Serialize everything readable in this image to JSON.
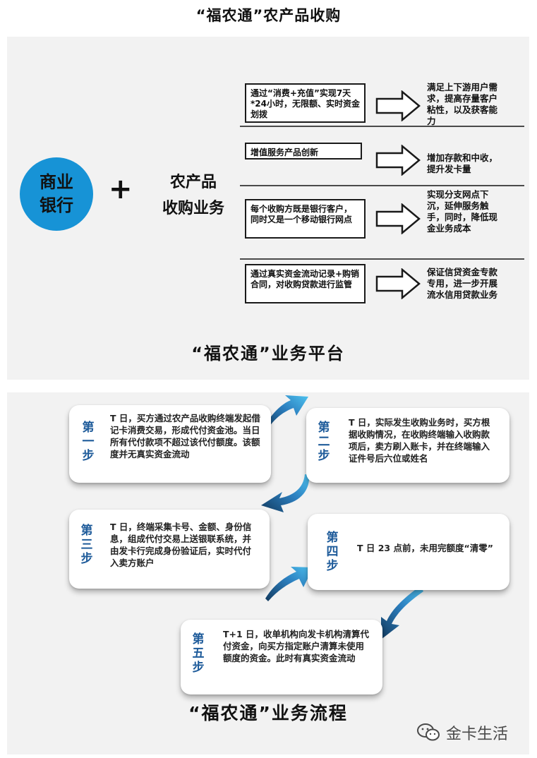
{
  "page_title": "“福农通”农产品收购",
  "diagram1": {
    "circle": [
      "商业",
      "银行"
    ],
    "plus": "+",
    "business": [
      "农产品",
      "收购业务"
    ],
    "rows": [
      {
        "box": "通过“消费+充值”实现7天*24小时，无限额、实时资金划拨",
        "result": "满足上下游用户需求，提高存量客户粘性，以及获客能力"
      },
      {
        "box": "增值服务产品创新",
        "result": "增加存款和中收，提升发卡量"
      },
      {
        "box": "每个收购方既是银行客户，同时又是一个移动银行网点",
        "result": "实现分支网点下沉，延伸服务触手，同时，降低现金业务成本"
      },
      {
        "box": "通过真实资金流动记录+购销合同，对收购贷款进行监管",
        "result": "保证信贷资金专款专用，进一步开展流水信用贷款业务"
      }
    ],
    "caption": "“福农通”业务平台"
  },
  "diagram2": {
    "steps": [
      {
        "label": "第一步",
        "text": "T 日，买方通过农产品收购终端发起借记卡消费交易，形成代付资金池。当日所有代付款项不超过该代付额度。该额度并无真实资金流动"
      },
      {
        "label": "第二步",
        "text": "T 日，实际发生收购业务时，买方根据收购情况，在收购终端输入收购款项后，卖方刷入账卡，并在终端输入证件号后六位或姓名"
      },
      {
        "label": "第三步",
        "text": "T 日，终端采集卡号、金额、身份信息，组成代付交易上送银联系统，并由发卡行完成身份验证后，实时代付入卖方账户"
      },
      {
        "label": "第四步",
        "text": "T 日 23 点前，未用完额度“清零”"
      },
      {
        "label": "第五步",
        "text": "T+1 日，收单机构向发卡机构清算代付资金，向买方指定账户清算未使用额度的资金。此时有真实资金流动"
      }
    ],
    "caption": "“福农通”业务流程"
  },
  "watermark": {
    "icon": "wechat-icon",
    "text": "金卡生活"
  },
  "colors": {
    "circle": "#1793d6",
    "step_label": "#1e5b9a",
    "arrow_dark": "#123a5e",
    "arrow_light": "#4ec3f0",
    "panel": "#f2f2f2"
  }
}
